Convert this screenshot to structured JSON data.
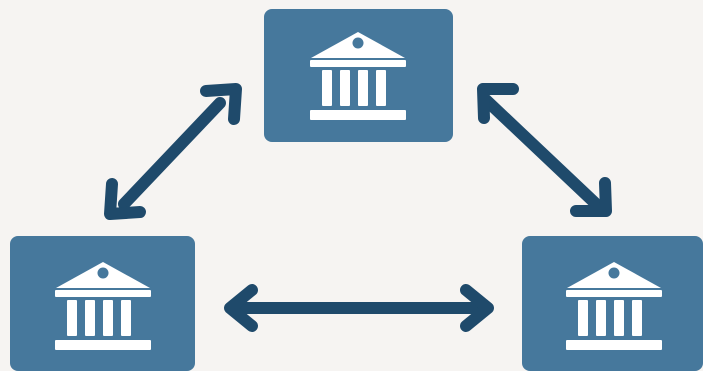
{
  "diagram": {
    "nodes": [
      {
        "id": "bank-top",
        "icon": "bank-icon"
      },
      {
        "id": "bank-bottom-left",
        "icon": "bank-icon"
      },
      {
        "id": "bank-bottom-right",
        "icon": "bank-icon"
      }
    ],
    "connections": [
      {
        "from": "bank-top",
        "to": "bank-bottom-left",
        "direction": "bidirectional"
      },
      {
        "from": "bank-top",
        "to": "bank-bottom-right",
        "direction": "bidirectional"
      },
      {
        "from": "bank-bottom-left",
        "to": "bank-bottom-right",
        "direction": "bidirectional"
      }
    ],
    "colors": {
      "background": "#f6f4f2",
      "node_fill": "#46789c",
      "icon": "#ffffff",
      "arrow": "#1f4a6b"
    }
  }
}
